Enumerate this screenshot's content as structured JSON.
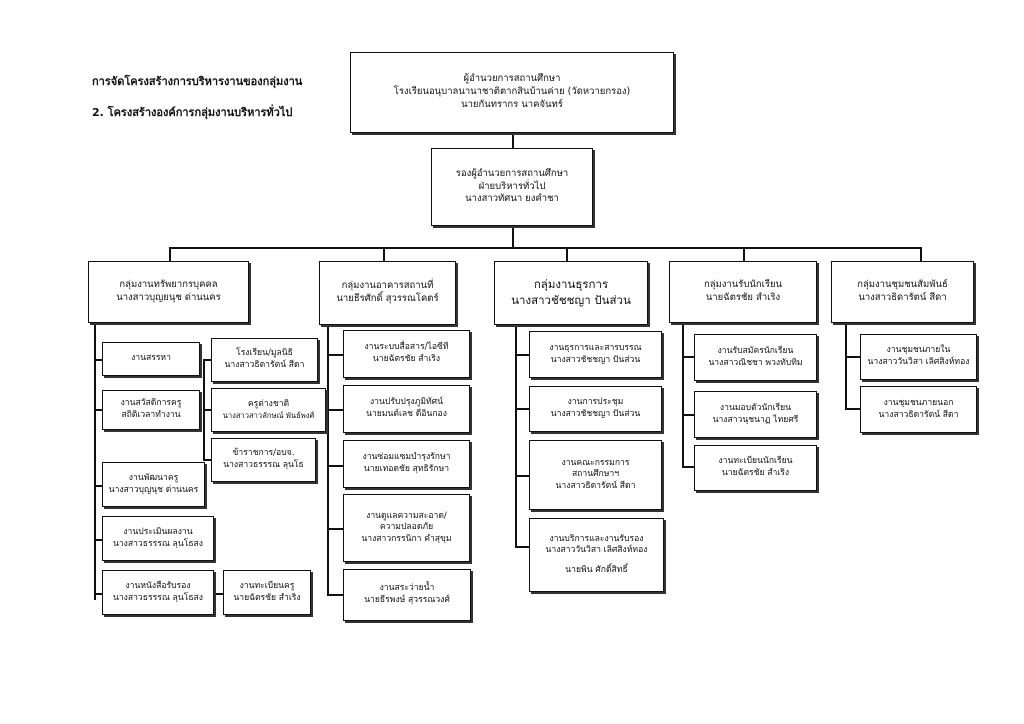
{
  "heading": {
    "line1": "การจัดโครงสร้างการบริหารงานของกลุ่มงาน",
    "line2": "2. โครงสร้างองค์การกลุ่มงานบริหารทั่วไป"
  },
  "director": {
    "title": "ผู้อำนวยการสถานศึกษา",
    "school": "โรงเรียนอนุบาลนานาชาติตากสินบ้านค่าย (วัดหวายกรอง)",
    "name": "นายกันทรากร  นาคจันทร์"
  },
  "deputy": {
    "title": "รองผู้อำนวยการสถานศึกษา",
    "dept": "ฝ่ายบริหารทั่วไป",
    "name": "นางสาวทัศนา  ยงคำชา"
  },
  "groups": [
    {
      "title": "กลุ่มงานทรัพยากรบุคคล",
      "head": "นางสาวบุญยนุช ด่านนคร",
      "units": [
        {
          "title": "งานสรรหา",
          "person": ""
        },
        {
          "title": "งานสวัสดิการครู",
          "person": "สถิติเวลาทำงาน"
        },
        {
          "title": "งานพัฒนาครู",
          "person": "นางสาวบุญนุช  ด่านนคร"
        },
        {
          "title": "งานประเมินผลงาน",
          "person": "นางสาวธรรรณ ลุนโธสง"
        },
        {
          "title": "งานหนังสือรับรอง",
          "person": "นางสาวธรรรณ ลุนโธสง"
        }
      ],
      "subunits": [
        {
          "title": "โรงเรียน/มูลนิธิ",
          "person": "นางสาวธิดารัตน์ สีดา"
        },
        {
          "title": "ครูต่างชาติ",
          "person": "นางสาวสาวลักษณ์  พันธ์พงศ์"
        },
        {
          "title": "ข้าราชการ/อบจ.",
          "person": "นางสาวธรรรณ ลุนโธ"
        },
        {
          "title": "งานทะเบียนครู",
          "person": "นายฉัตรชัย  สำเริง"
        }
      ]
    },
    {
      "title": "กลุ่มงานอาคารสถานที่",
      "head": "นายธีรศักดิ์  สุวรรณโคตร์",
      "units": [
        {
          "title": "งานระบบสื่อสาร/ไอซีที",
          "person": "นายฉัตรชัย  สำเริง"
        },
        {
          "title": "งานปรับปรุงภูมิทัศน์",
          "person": "นายมนต์เลช ดีอินกอง"
        },
        {
          "title": "งานซ่อมแซมบำรุงรักษา",
          "person": "นายเทอดชัย  สุทธิรักษา"
        },
        {
          "title": "งานดูแลความสะอาด/",
          "extra": "ความปลอดภัย",
          "person": "นางสาวกรรนิกา คำสุขุม"
        },
        {
          "title": "งานสระว่ายน้ำ",
          "person": "นายธีรพงษ์ สุวรรณวงศ์"
        }
      ]
    },
    {
      "title": "กลุ่มงานธุรการ",
      "head": "นางสาวชัชชญา  ปันส่วน",
      "units": [
        {
          "title": "งานธุรการและสารบรรณ",
          "person": "นางสาวชัชชญา  ปันส่วน"
        },
        {
          "title": "งานการประชุม",
          "person": "นางสาวชัชชญา  ปันส่วน"
        },
        {
          "title": "งานคณะกรรมการ",
          "extra": "สถานศึกษาฯ",
          "person": "นางสาวธิดารัตน์ สีดา"
        },
        {
          "title": "งานบริการและงานรับรอง",
          "person": "นางสาววันวิสา  เลิศสิงห์ทอง",
          "person2": "นายพิน  ศักดิ์สิทธิ์"
        }
      ]
    },
    {
      "title": "กลุ่มงานรับนักเรียน",
      "head": "นายฉัตรชัย สำเริง",
      "units": [
        {
          "title": "งานรับสมัครนักเรียน",
          "person": "นางสาวณิชชา  พวงทับทิม"
        },
        {
          "title": "งานมอบตัวนักเรียน",
          "person": "นางสาวนุชนาฏ ไทยศรี"
        },
        {
          "title": "งานทะเบียนนักเรียน",
          "person": "นายฉัตรชัย สำเริง"
        }
      ]
    },
    {
      "title": "กลุ่มงานชุมชนสัมพันธ์",
      "head": "นางสาวธิดารัตน์ สีดา",
      "units": [
        {
          "title": "งานชุมชนภายใน",
          "person": "นางสาววันวิสา เลิศสิงห์ทอง"
        },
        {
          "title": "งานชุมชนภายนอก",
          "person": "นางสาวธิดารัตน์ สีดา"
        }
      ]
    }
  ]
}
